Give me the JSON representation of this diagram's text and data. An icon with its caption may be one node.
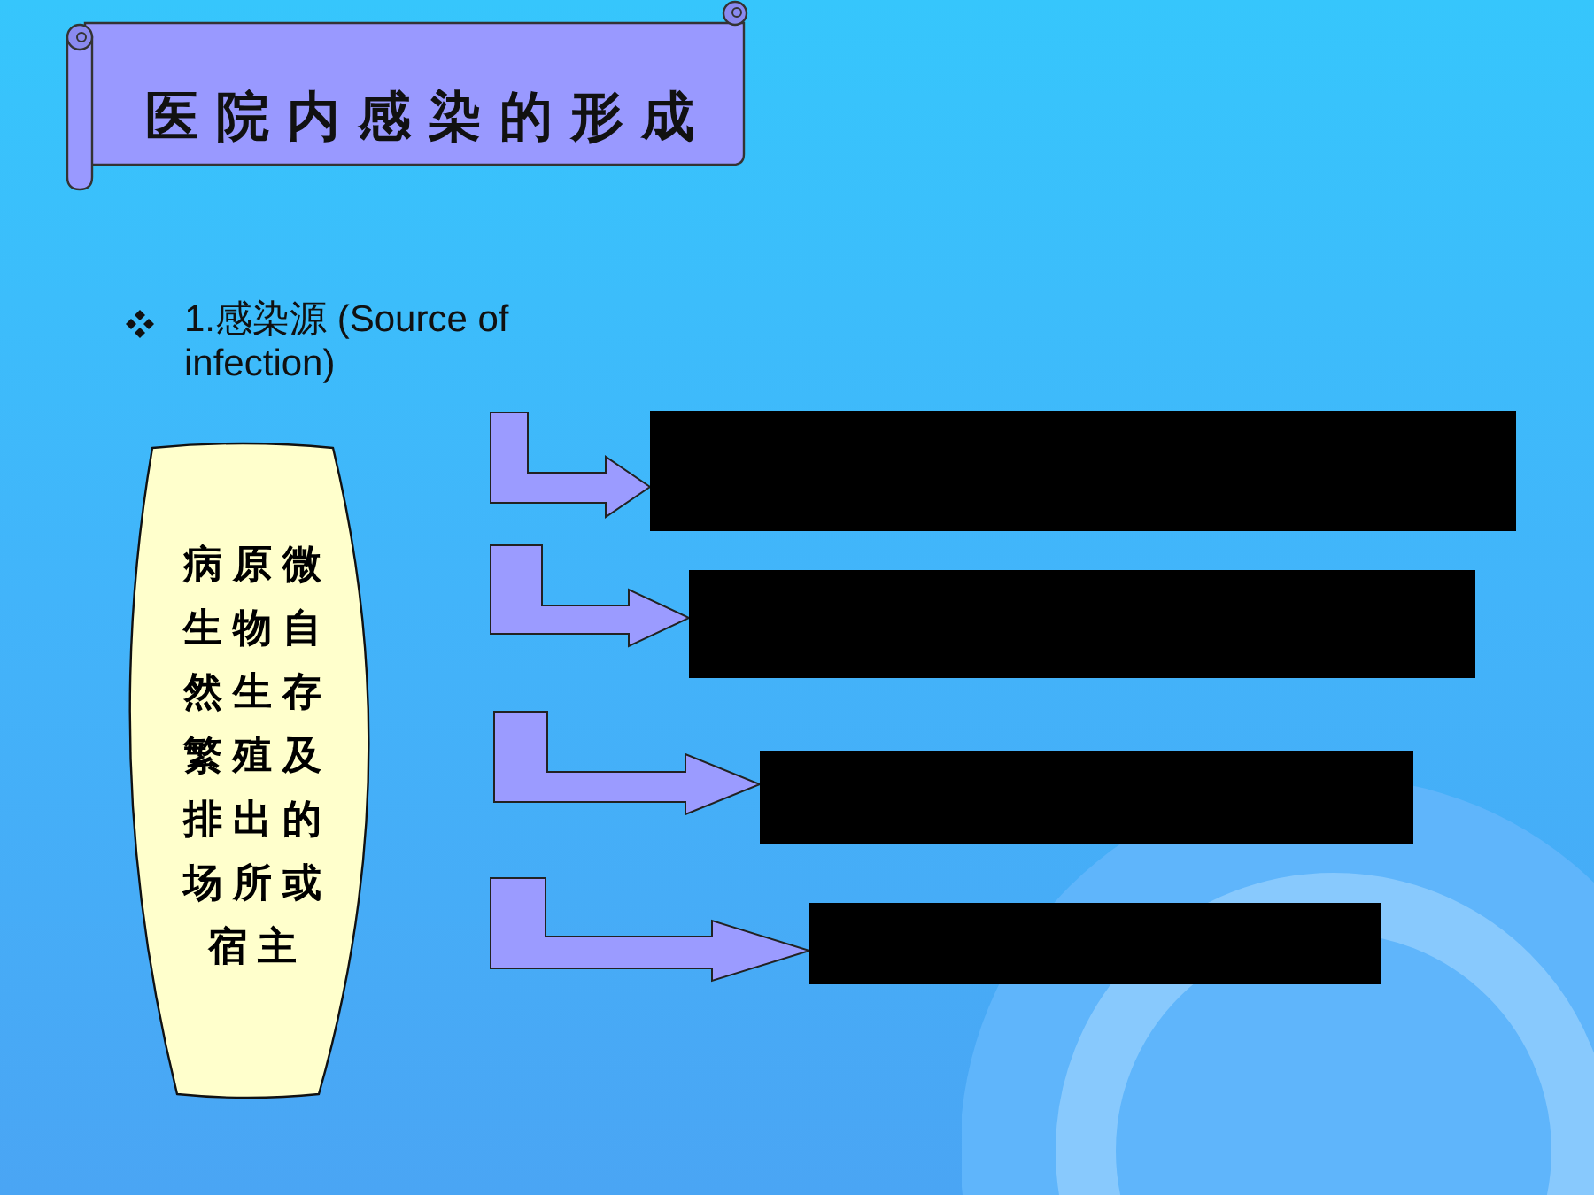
{
  "diagram": {
    "title": "医院内感染的形成",
    "nodes": [
      {
        "text": [
          "病原微生物自然生存繁殖及排出的场所或宿主"
        ]
      },
      {
        "text": [],
        "shape": "box"
      },
      {
        "text": [],
        "shape": "box"
      },
      {
        "text": [],
        "shape": "box"
      },
      {
        "text": [],
        "shape": "box"
      }
    ],
    "edges": [
      {
        "from": null,
        "to": 1,
        "arrow": "to"
      },
      {
        "from": null,
        "to": 2,
        "arrow": "to"
      },
      {
        "from": null,
        "to": 3,
        "arrow": "to"
      },
      {
        "from": null,
        "to": 4,
        "arrow": "to"
      }
    ],
    "labels": [
      "1.感染源 (Source of infection)"
    ]
  }
}
